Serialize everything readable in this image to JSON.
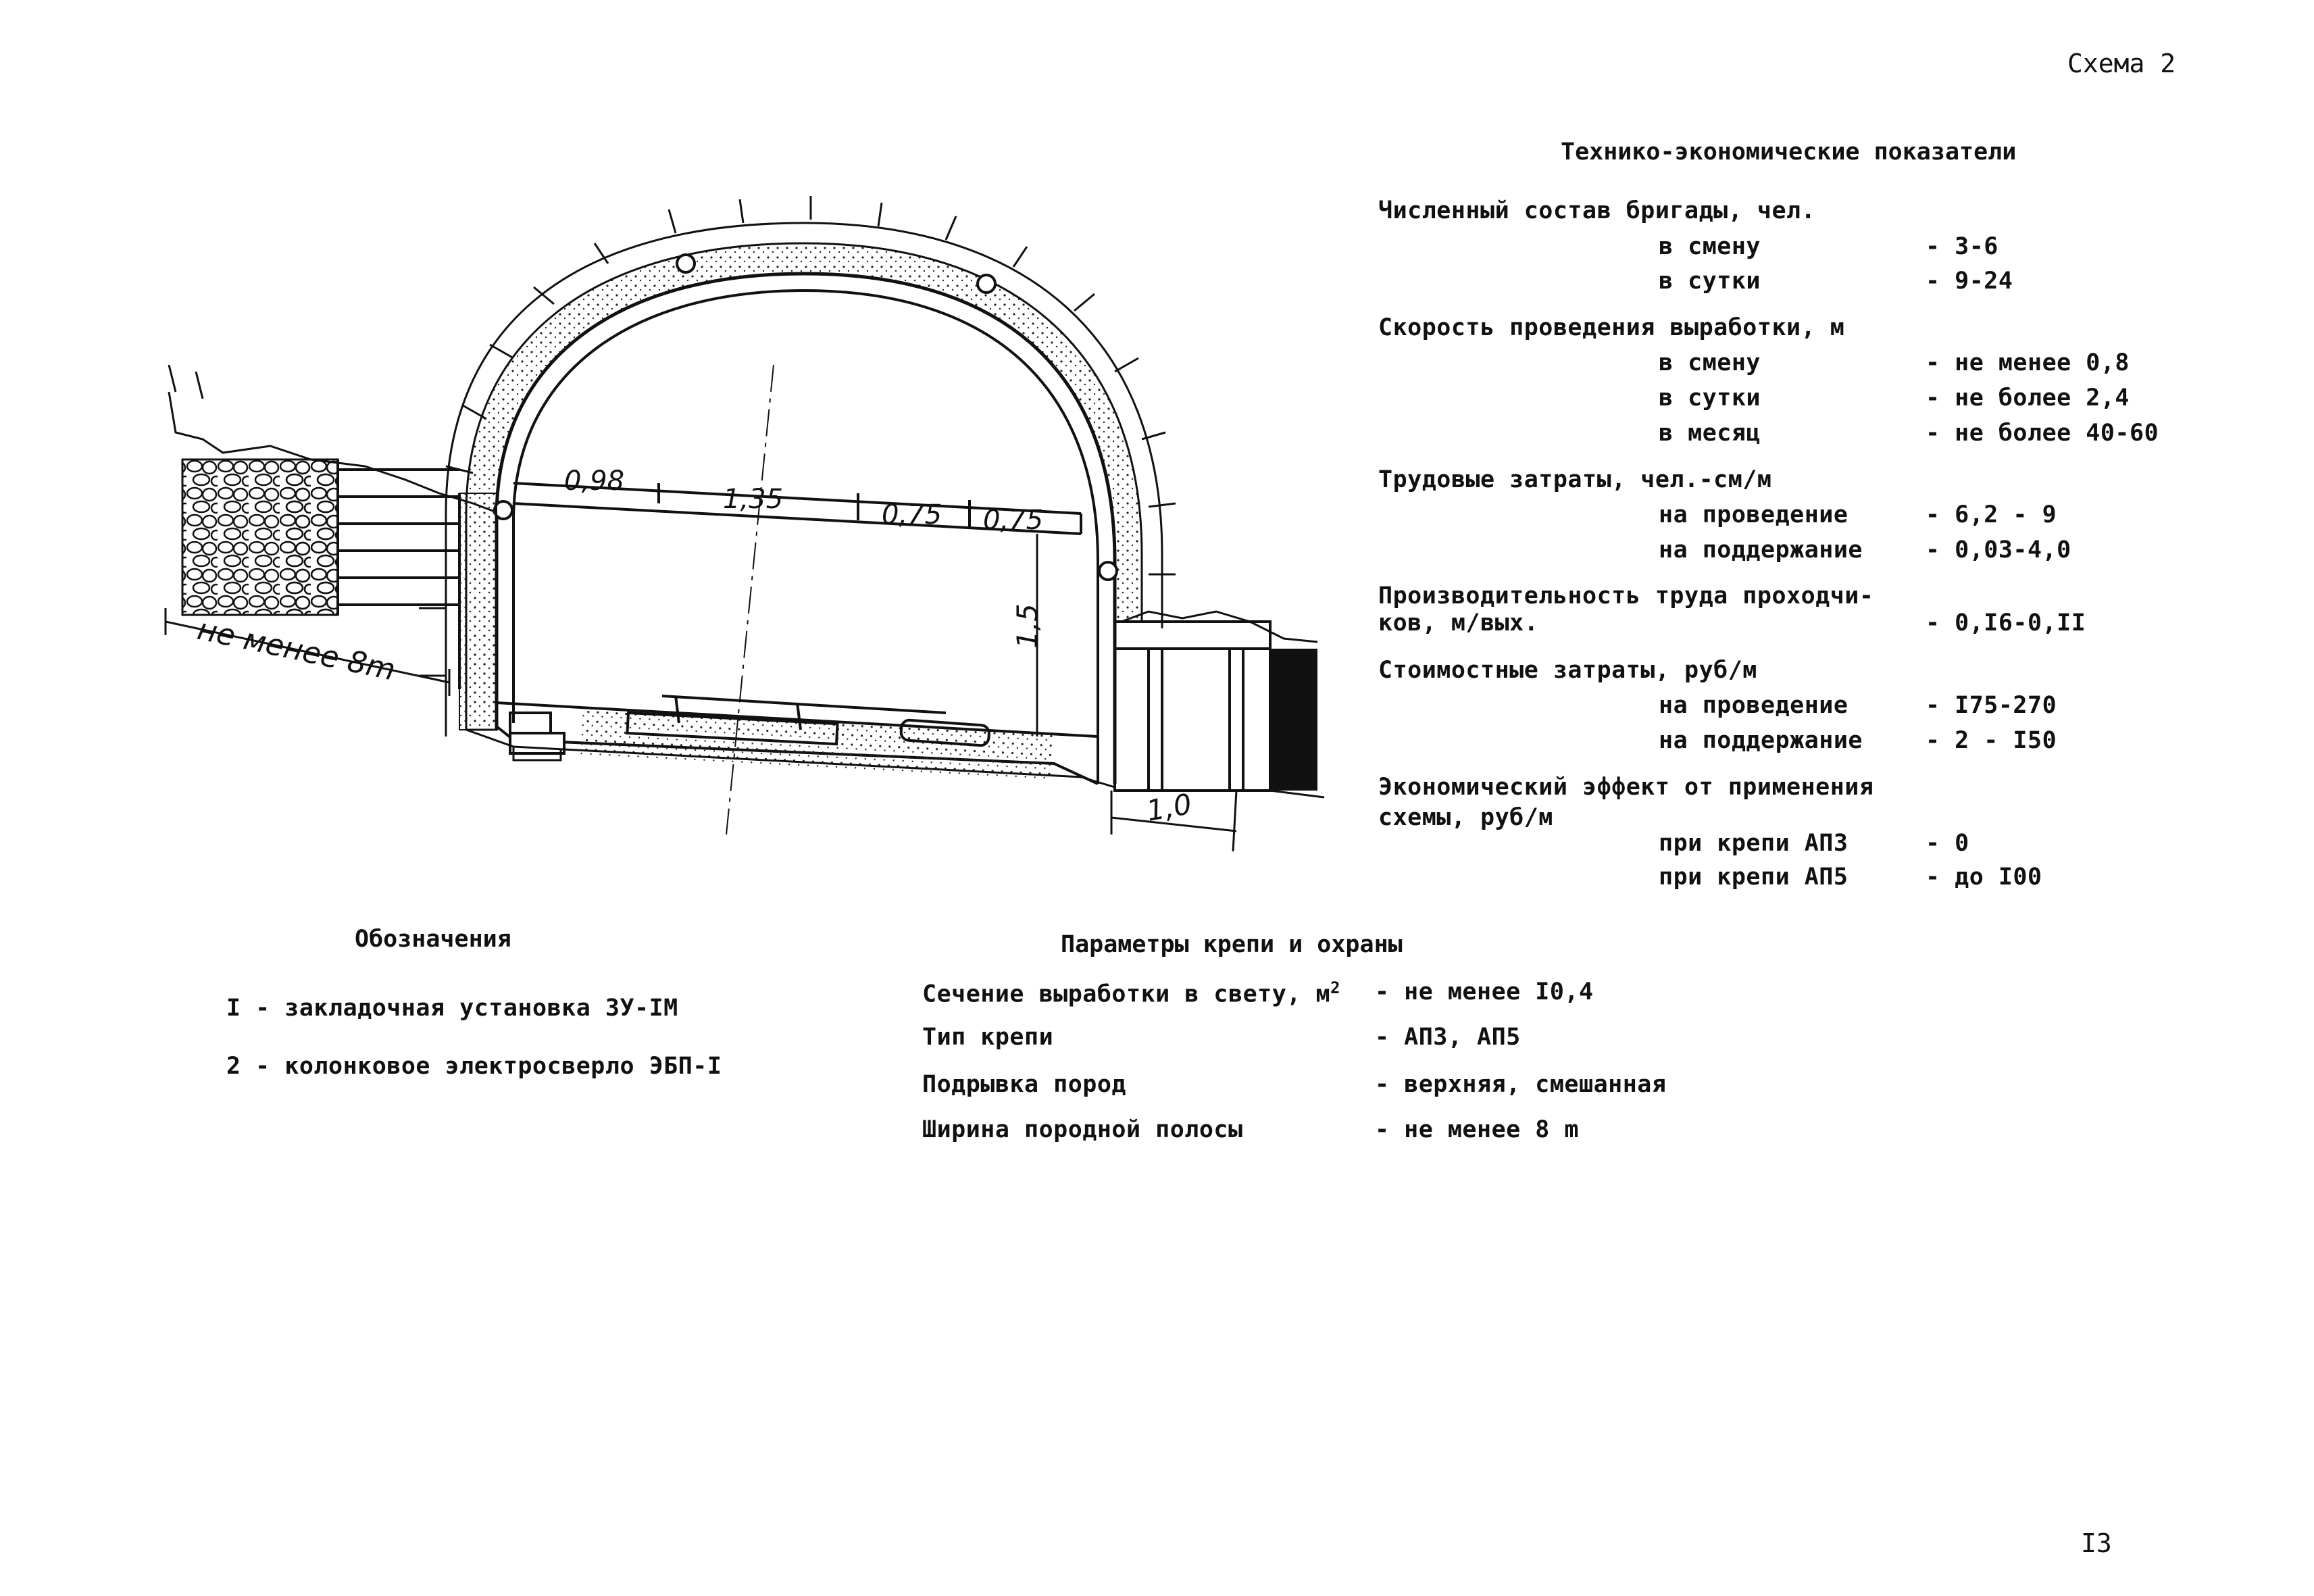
{
  "header": {
    "scheme_label": "Схема 2"
  },
  "tech_econ": {
    "title": "Технико-экономические показатели",
    "groups": [
      {
        "label": "Численный состав бригады, чел.",
        "rows": [
          {
            "label": "в смену",
            "value": "- 3-6"
          },
          {
            "label": "в сутки",
            "value": "- 9-24"
          }
        ]
      },
      {
        "label": "Скорость проведения выработки, м",
        "rows": [
          {
            "label": "в смену",
            "value": "- не менее 0,8"
          },
          {
            "label": "в сутки",
            "value": "- не более 2,4"
          },
          {
            "label": "в месяц",
            "value": "- не более 40-60"
          }
        ]
      },
      {
        "label": "Трудовые затраты, чел.-см/м",
        "rows": [
          {
            "label": "на проведение",
            "value": "- 6,2 - 9"
          },
          {
            "label": "на поддержание",
            "value": "- 0,03-4,0"
          }
        ]
      },
      {
        "label_line1": "Производительность труда проходчи-",
        "label_line2": "ков, м/вых.",
        "value": "- 0,I6-0,II"
      },
      {
        "label": "Стоимостные затраты, руб/м",
        "rows": [
          {
            "label": "на проведение",
            "value": "- I75-270"
          },
          {
            "label": "на поддержание",
            "value": "- 2 - I50"
          }
        ]
      },
      {
        "label_line1": "Экономический эффект от применения",
        "label_line2": "схемы, руб/м",
        "rows": [
          {
            "label": "при крепи АПЗ",
            "value": "- 0"
          },
          {
            "label": "при крепи АП5",
            "value": "- до I00"
          }
        ]
      }
    ]
  },
  "legend": {
    "title": "Обозначения",
    "items": [
      "I - закладочная установка ЗУ-IМ",
      "2 - колонковое электросверло ЭБП-I"
    ]
  },
  "params": {
    "title": "Параметры крепи и охраны",
    "rows": [
      {
        "label": "Сечение выработки в свету, м",
        "sup": "2",
        "value": "- не менее I0,4"
      },
      {
        "label": "Тип крепи",
        "value": "- АПЗ, АП5"
      },
      {
        "label": "Подрывка пород",
        "value": "- верхняя, смешанная"
      },
      {
        "label": "Ширина породной полосы",
        "value": "- не менее 8 m"
      }
    ]
  },
  "drawing": {
    "dims": {
      "d1": "0,98",
      "d2": "1,35",
      "d3": "0,75",
      "d4": "0,75",
      "height": "1,5",
      "right": "1,0",
      "strip": "не менее 8m"
    }
  },
  "footer": {
    "page_number": "I3"
  }
}
